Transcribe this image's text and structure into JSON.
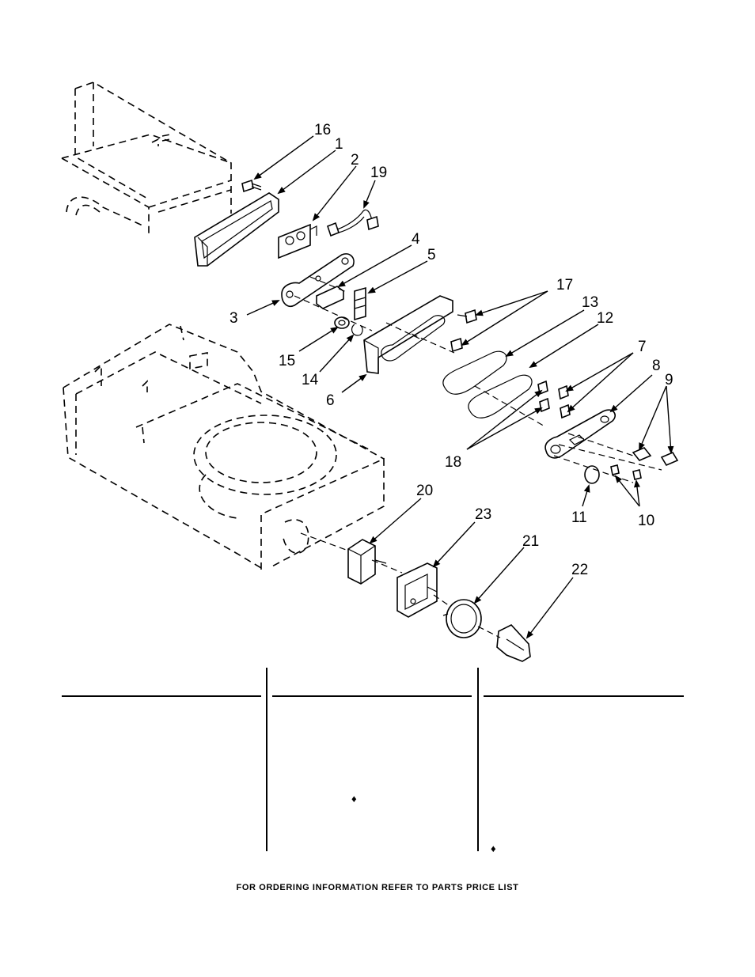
{
  "callouts": [
    {
      "id": "c16",
      "label": "16"
    },
    {
      "id": "c1",
      "label": "1"
    },
    {
      "id": "c2",
      "label": "2"
    },
    {
      "id": "c19",
      "label": "19"
    },
    {
      "id": "c4",
      "label": "4"
    },
    {
      "id": "c5",
      "label": "5"
    },
    {
      "id": "c3",
      "label": "3"
    },
    {
      "id": "c17",
      "label": "17"
    },
    {
      "id": "c13",
      "label": "13"
    },
    {
      "id": "c12",
      "label": "12"
    },
    {
      "id": "c15",
      "label": "15"
    },
    {
      "id": "c14",
      "label": "14"
    },
    {
      "id": "c6",
      "label": "6"
    },
    {
      "id": "c7",
      "label": "7"
    },
    {
      "id": "c8",
      "label": "8"
    },
    {
      "id": "c9",
      "label": "9"
    },
    {
      "id": "c18",
      "label": "18"
    },
    {
      "id": "c11",
      "label": "11"
    },
    {
      "id": "c10",
      "label": "10"
    },
    {
      "id": "c20",
      "label": "20"
    },
    {
      "id": "c23",
      "label": "23"
    },
    {
      "id": "c21",
      "label": "21"
    },
    {
      "id": "c22",
      "label": "22"
    }
  ],
  "legend": {
    "marker_1": "♦",
    "marker_2": "♦"
  },
  "footer": "FOR ORDERING INFORMATION REFER TO PARTS PRICE LIST"
}
